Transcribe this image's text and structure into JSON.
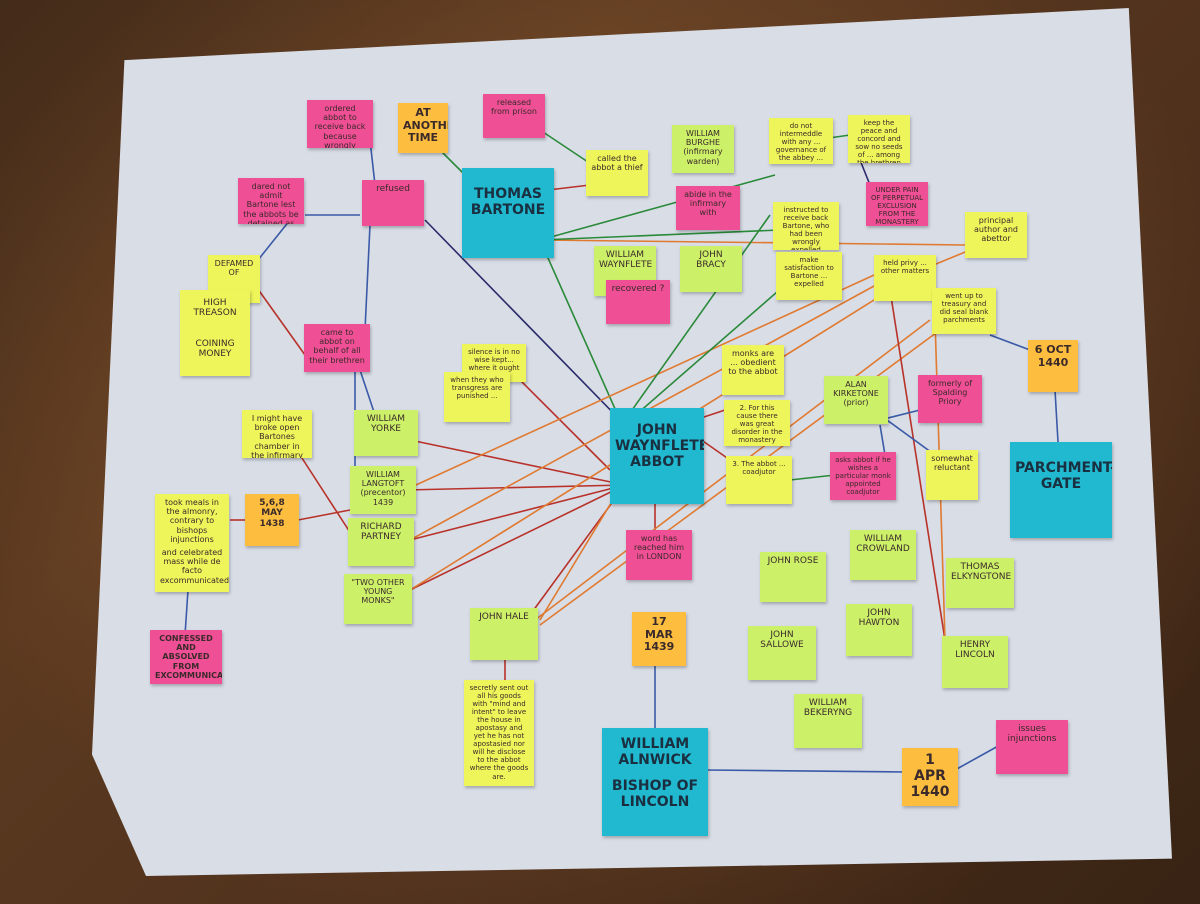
{
  "notes": {
    "ordered_abbot": "ordered abbot to receive back because wrongly expelled",
    "at_another_time": "AT ANOTHER TIME",
    "released_prison": "released from prison",
    "called_abbot": "called the abbot a thief",
    "william_burghe": "WILLIAM BURGHE (infirmary warden)",
    "do_not_intermeddle": "do not intermeddle with any ... governance of the abbey ...",
    "keep_peace": "keep the peace and concord and sow no seeds of ... among the brethren",
    "under_pain": "UNDER PAIN OF PERPETUAL EXCLUSION FROM THE MONASTERY ...",
    "dared_not": "dared not admit Bartone lest the abbots be detained as well",
    "refused": "refused",
    "thomas_bartone": "THOMAS BARTONE",
    "abide_infirmary": "abide in the infirmary with",
    "principal_author": "principal author and abettor",
    "instructed_receive": "instructed to receive back Bartone, who had been wrongly expelled",
    "defamed_of": "DEFAMED OF",
    "high_treason": "HIGH TREASON",
    "coining_money": "COINING MONEY",
    "william_waynflete": "WILLIAM WAYNFLETE",
    "john_bracy": "JOHN BRACY",
    "recovered": "recovered ?",
    "make_satisfaction": "make satisfaction to Bartone ... expelled",
    "held_privy": "held privy ... other matters",
    "went_up_treasury": "went up to treasury and did seal blank parchments",
    "six_oct": "6 OCT 1440",
    "came_to_abbot": "came to abbot on behalf of all their brethren",
    "silence": "silence is in no wise kept... where it ought",
    "when_they": "when they who transgress are punished ...",
    "monks_obedient": "monks are ... obedient to the abbot",
    "alan_kirketone": "ALAN KIRKETONE (prior)",
    "formerly_spalding": "formerly of Spalding Priory",
    "might_have_broken": "I might have broke open Bartones chamber in the infirmary",
    "william_yorke": "WILLIAM YORKE",
    "john_waynflete": "JOHN WAYNFLETE ABBOT",
    "for_this_cause": "2. For this cause there was great disorder in the monastery",
    "the_abbot_coadjutor": "3. The abbot ... coadjutor",
    "asks_abbot": "asks abbot if he wishes a particular monk appointed coadjutor",
    "somewhat_reluctant": "somewhat reluctant",
    "parchment_gate": "PARCHMENT-GATE",
    "took_meals": "took meals in the almonry, contrary to bishops injunctions",
    "celebrated_mass": "and celebrated mass while de facto excommunicated",
    "may_1438": "5,6,8 MAY 1438",
    "william_langtoft": "WILLIAM LANGTOFT (precentor) 1439",
    "richard_partney": "RICHARD PARTNEY",
    "two_other": "\"TWO OTHER YOUNG MONKS\"",
    "word_reached": "word has reached him in LONDON",
    "john_rose": "JOHN ROSE",
    "william_crowland": "WILLIAM CROWLAND",
    "thomas_elkyngtone": "THOMAS ELKYNGTONE",
    "confessed": "CONFESSED AND ABSOLVED FROM EXCOMMUNICATION",
    "john_hale": "JOHN HALE",
    "mar_1439": "17 MAR 1439",
    "john_sallowe": "JOHN SALLOWE",
    "john_hawton": "JOHN HAWTON",
    "henry_lincoln": "HENRY LINCOLN",
    "secretly_sent": "secretly sent out all his goods with \"mind and intent\" to leave the house in apostasy and yet he has not apostasied nor will he disclose to the abbot where the goods are.",
    "william_bekeryng": "WILLIAM BEKERYNG",
    "william_alnwick": "WILLIAM ALNWICK",
    "bishop_lincoln": "BISHOP OF LINCOLN",
    "apr_1440": "1 APR 1440",
    "issues_injunctions": "issues injunctions"
  },
  "colors": {
    "poster": "#d9dde6",
    "pink": "#ef4f94",
    "yellow": "#eef55a",
    "lime": "#cdf069",
    "orange": "#fdbd3f",
    "cyan": "#20b9d0",
    "string_red": "#b8322a",
    "string_orange": "#e07a30",
    "string_green": "#2a8a3a",
    "string_blue": "#3a5aa8",
    "string_navy": "#2a2a6a"
  }
}
